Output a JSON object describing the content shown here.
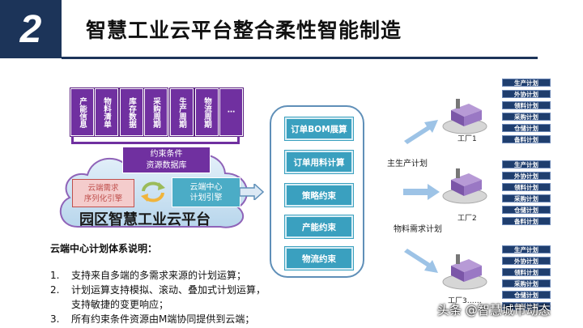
{
  "header": {
    "number": "2",
    "title": "智慧工业云平台整合柔性智能制造"
  },
  "data_cards": [
    {
      "label": "产能信息"
    },
    {
      "label": "物料清单"
    },
    {
      "label": "库存数据"
    },
    {
      "label": "采购周期"
    },
    {
      "label": "生产周期"
    },
    {
      "label": "物流周期"
    },
    {
      "label": "⋯"
    }
  ],
  "cloud": {
    "constraint_line1": "约束条件",
    "constraint_line2": "资源数据库",
    "demand_line1": "云端需求",
    "demand_line2": "序列化引擎",
    "engine_line1": "云端中心",
    "engine_line2": "计划引擎",
    "platform_label": "园区智慧工业云平台"
  },
  "flow_steps": [
    {
      "label": "订单BOM展算"
    },
    {
      "label": "订单用料计算"
    },
    {
      "label": "策略约束"
    },
    {
      "label": "产能约束"
    },
    {
      "label": "物流约束"
    }
  ],
  "mid_labels": {
    "main_plan": "主生产计划",
    "material_plan": "物料需求计划"
  },
  "factories": [
    {
      "label": "工厂1",
      "plans": [
        "生产计划",
        "外协计划",
        "领料计划",
        "采购计划",
        "仓储计划",
        "备料计划"
      ]
    },
    {
      "label": "工厂2",
      "plans": [
        "生产计划",
        "外协计划",
        "领料计划",
        "采购计划",
        "仓储计划",
        "备料计划"
      ]
    },
    {
      "label": "工厂3……",
      "plans": [
        "生产计划",
        "外协计划",
        "领料计划",
        "采购计划",
        "仓储计划",
        "备料计划"
      ]
    }
  ],
  "notes": {
    "title": "云端中心计划体系说明：",
    "items": [
      {
        "num": "1.",
        "text": "支持来自多端的多需求来源的计划运算；"
      },
      {
        "num": "2.",
        "text": "计划运算支持模拟、滚动、叠加式计划运算，"
      },
      {
        "num": "",
        "text": "支持敏捷的变更响应；"
      },
      {
        "num": "3.",
        "text": "所有约束条件资源由M端协同提供到云端；"
      }
    ]
  },
  "watermark": "头条 @智慧城市动态",
  "colors": {
    "navy": "#1c3459",
    "purple": "#7030a0",
    "teal": "#3aa0bf",
    "plan_bg": "#1f3e6e"
  }
}
